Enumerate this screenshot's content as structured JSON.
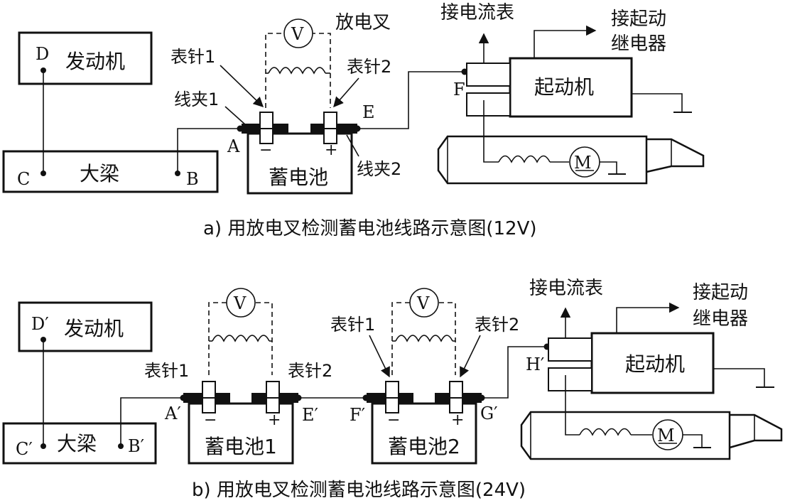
{
  "diagram_a": {
    "engine": "发动机",
    "frame": "大梁",
    "battery": "蓄电池",
    "starter": "起动机",
    "motor": "M",
    "voltmeter": "V",
    "discharge_fork": "放电叉",
    "probe1": "表针1",
    "probe2": "表针2",
    "clip1": "线夹1",
    "clip2": "线夹2",
    "to_ammeter": "接电流表",
    "to_relay_line1": "接起动",
    "to_relay_line2": "继电器",
    "point_a": "A",
    "point_b": "B",
    "point_c": "C",
    "point_d": "D",
    "point_e": "E",
    "point_f": "F",
    "minus": "−",
    "plus": "+",
    "caption": "a) 用放电叉检测蓄电池线路示意图(12V)"
  },
  "diagram_b": {
    "engine": "发动机",
    "frame": "大梁",
    "battery1": "蓄电池1",
    "battery2": "蓄电池2",
    "starter": "起动机",
    "motor": "M",
    "voltmeter": "V",
    "probe1_left": "表针1",
    "probe2_left": "表针2",
    "probe1_right": "表针1",
    "probe2_right": "表针2",
    "to_ammeter": "接电流表",
    "to_relay_line1": "接起动",
    "to_relay_line2": "继电器",
    "point_a": "A′",
    "point_b": "B′",
    "point_c": "C′",
    "point_d": "D′",
    "point_e": "E′",
    "point_f": "F′",
    "point_g": "G′",
    "point_h": "H′",
    "minus": "−",
    "plus": "+",
    "caption": "b) 用放电叉检测蓄电池线路示意图(24V)"
  }
}
